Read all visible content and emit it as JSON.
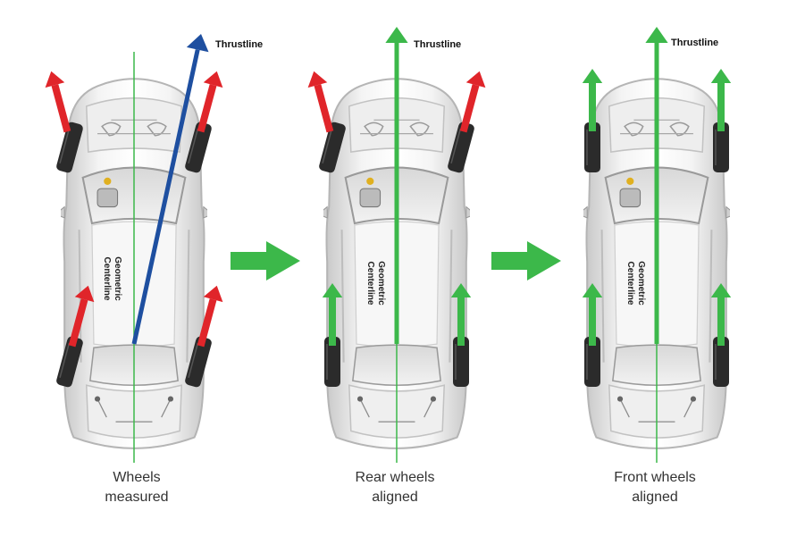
{
  "panels": [
    {
      "thrust_label": "Thrustline",
      "center_label_1": "Geometric",
      "center_label_2": "Centerline",
      "caption_1": "Wheels",
      "caption_2": "measured"
    },
    {
      "thrust_label": "Thrustline",
      "center_label_1": "Geometric",
      "center_label_2": "Centerline",
      "caption_1": "Rear wheels",
      "caption_2": "aligned"
    },
    {
      "thrust_label": "Thrustline",
      "center_label_1": "Geometric",
      "center_label_2": "Centerline",
      "caption_1": "Front wheels",
      "caption_2": "aligned"
    }
  ],
  "colors": {
    "thrustline_measured": "#1e4fa0",
    "thrustline_aligned": "#3cb84a",
    "arrow_misaligned": "#e0252a",
    "arrow_aligned": "#3cb84a",
    "centerline": "#3cb84a",
    "step_arrow": "#3cb84a",
    "car_body": "#e6e6e6",
    "tire": "#2b2b2b"
  }
}
